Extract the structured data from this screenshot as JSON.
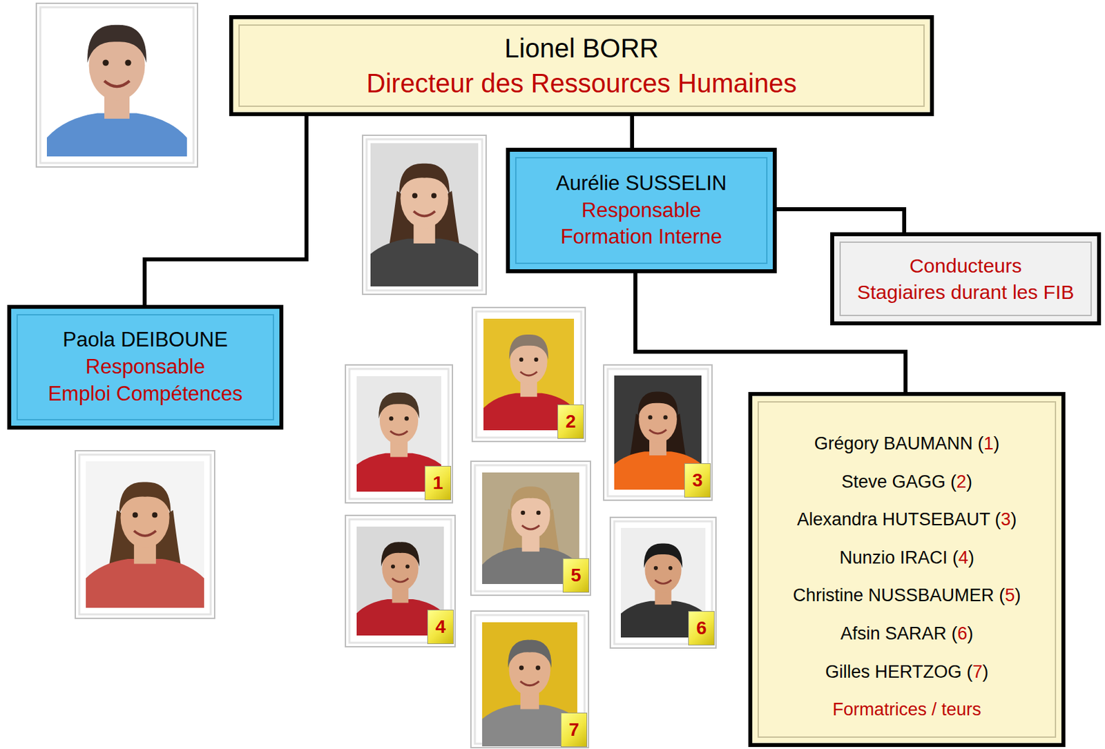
{
  "diagram": {
    "nodes": [
      {
        "text": [
          "Lionel BORR",
          "Directeur des Ressources Humaines"
        ]
      },
      {
        "text": [
          "Aurélie SUSSELIN",
          "Responsable Formation Interne"
        ]
      },
      {
        "text": [
          "Conducteurs Stagiaires durant les FIB"
        ]
      },
      {
        "text": [
          "Paola DEIBOUNE",
          "Responsable Emploi Compétences"
        ]
      },
      {
        "text": [
          "Grégory BAUMANN (1)",
          "Steve GAGG (2)",
          "Alexandra HUTSEBAUT (3)",
          "Nunzio IRACI (4)",
          "Christine NUSSBAUMER (5)",
          "Afsin SARAR (6)",
          "Gilles HERTZOG (7)",
          "Formatrices / teurs"
        ]
      }
    ],
    "edges": [
      {
        "from": 0,
        "to": 1,
        "arrow": "none"
      },
      {
        "from": 0,
        "to": 3,
        "arrow": "none"
      },
      {
        "from": 1,
        "to": 2,
        "arrow": "none"
      },
      {
        "from": 1,
        "to": 4,
        "arrow": "none"
      }
    ],
    "labels": [
      "1",
      "2",
      "3",
      "4",
      "5",
      "6",
      "7"
    ]
  }
}
